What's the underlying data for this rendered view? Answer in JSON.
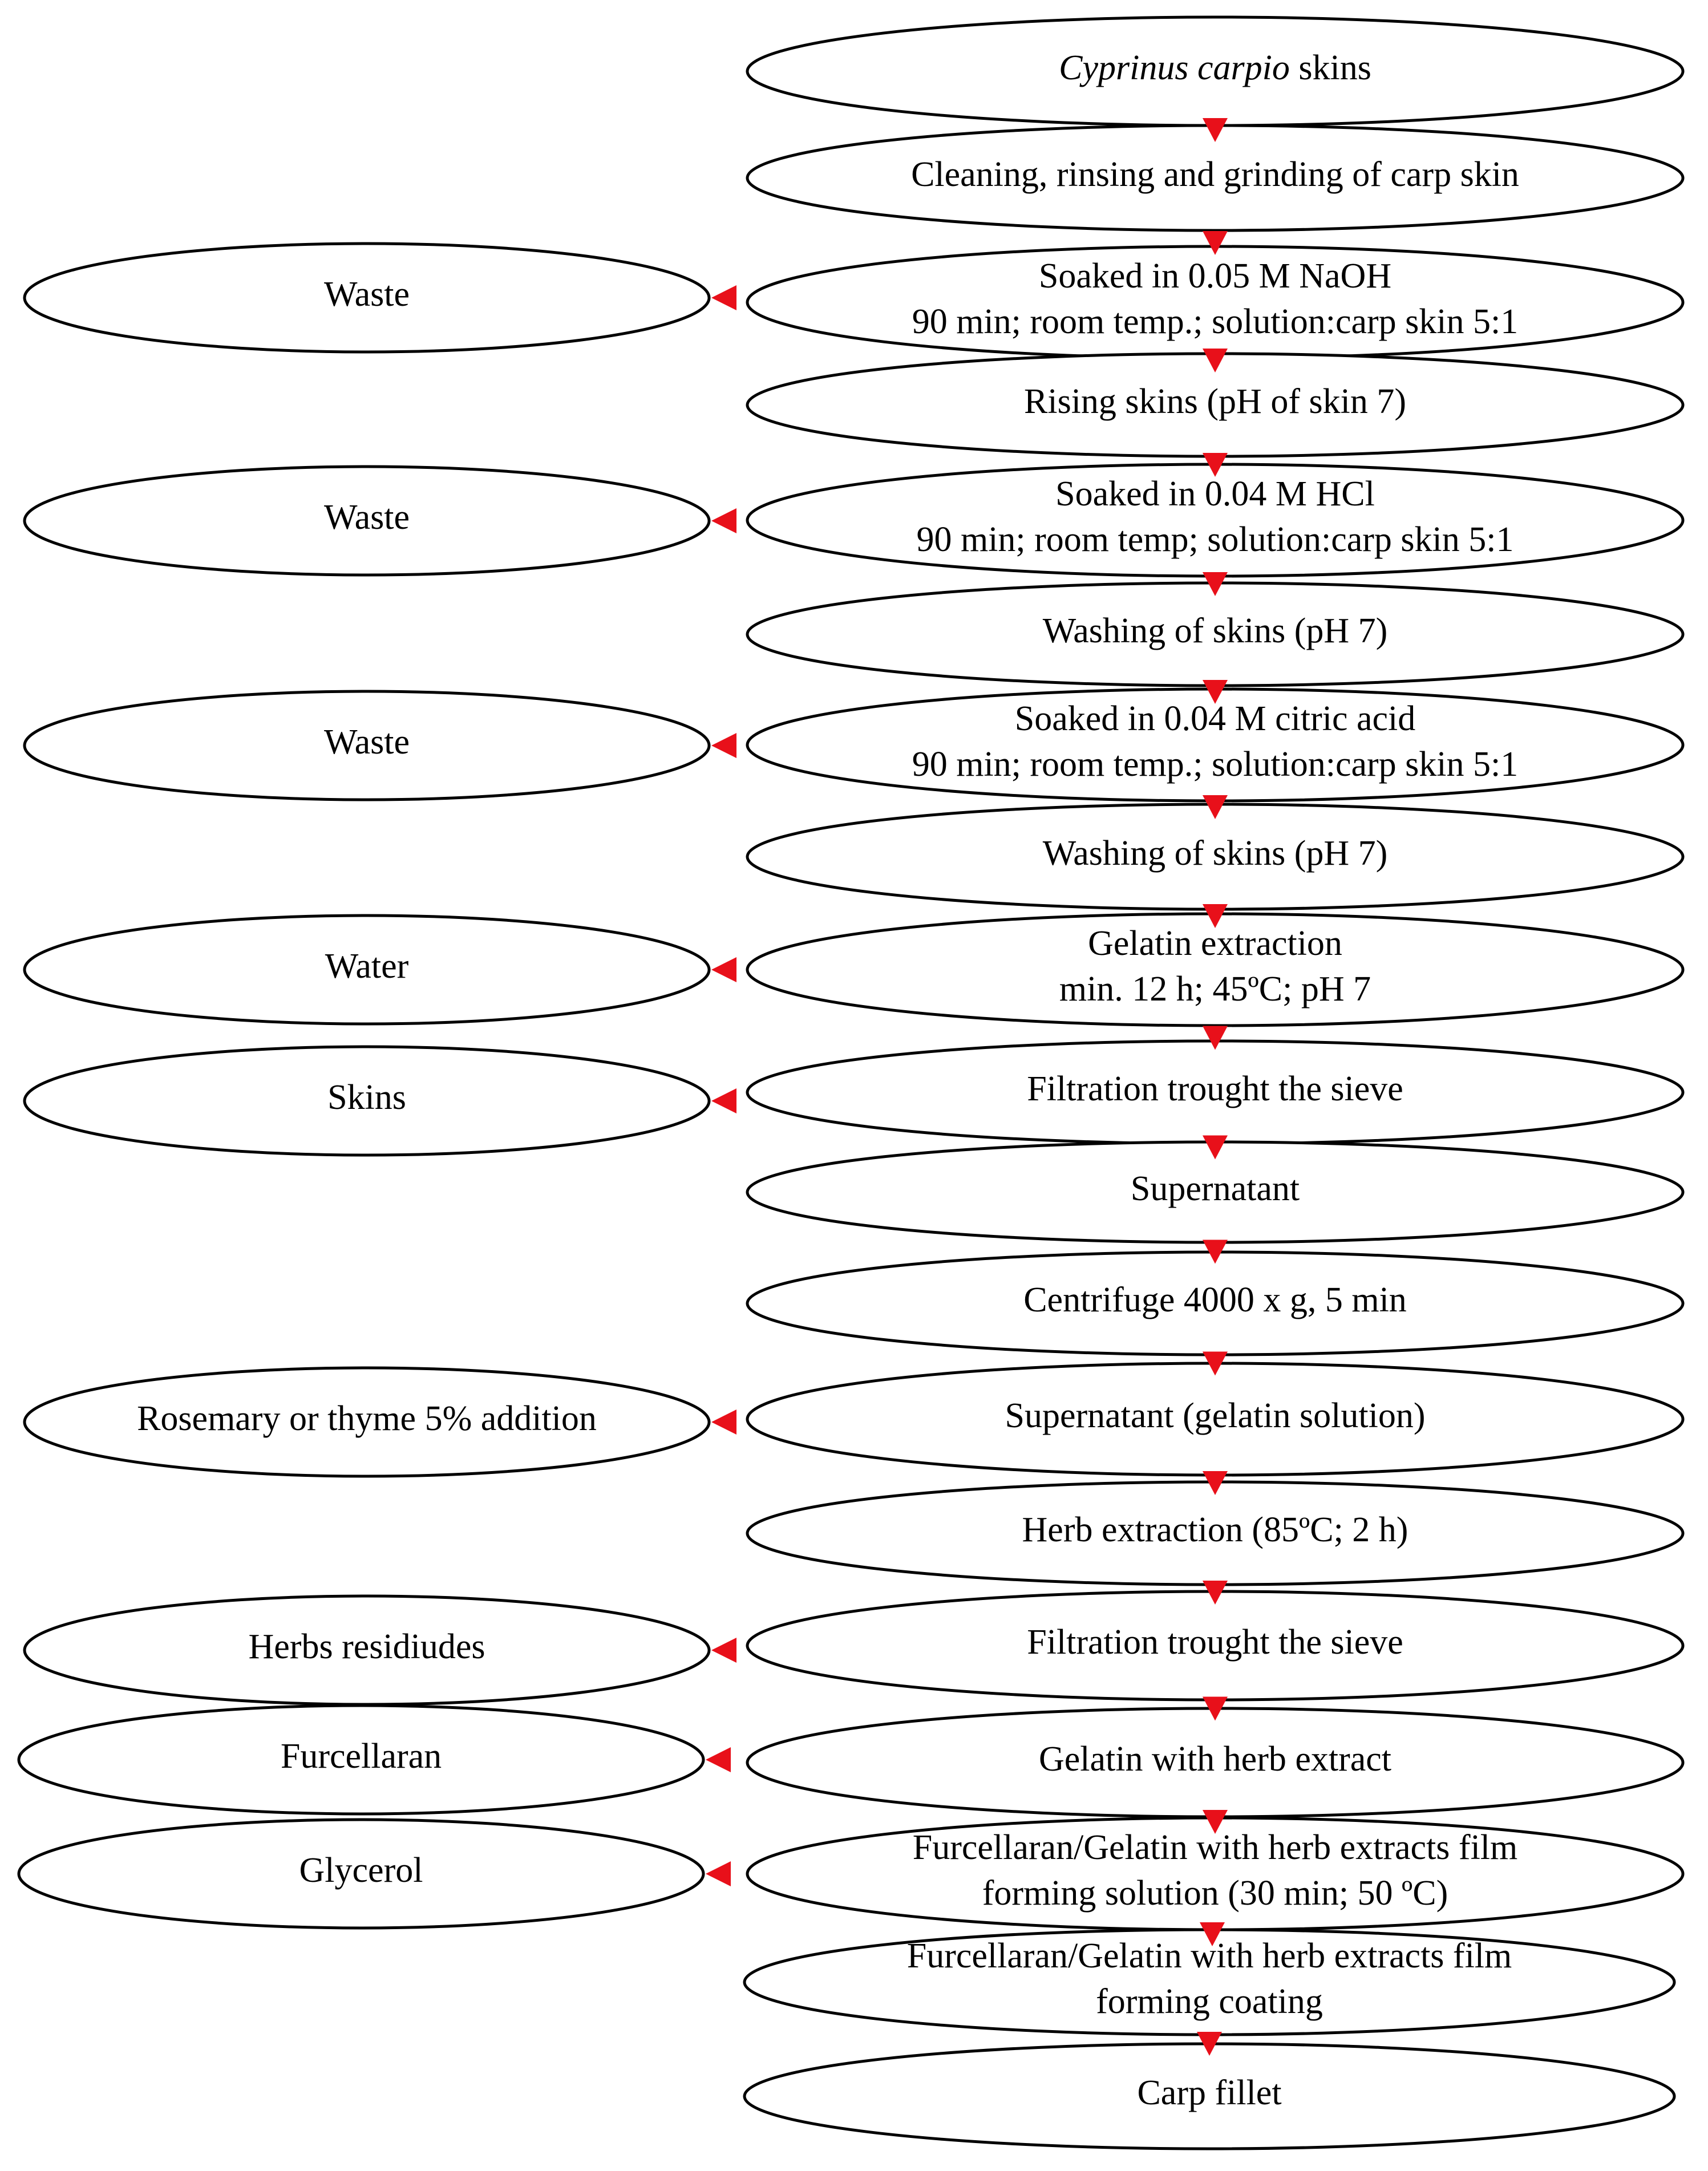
{
  "colors": {
    "outline": "#000000",
    "arrow": "#e8101a",
    "background": "#ffffff"
  },
  "steps": [
    {
      "id": "s1",
      "lines": [
        [
          {
            "t": "Cyprinus carpio",
            "i": true
          },
          {
            "t": " skins"
          }
        ]
      ]
    },
    {
      "id": "s2",
      "lines": [
        [
          "Cleaning, rinsing and grinding of carp skin"
        ]
      ]
    },
    {
      "id": "s3",
      "lines": [
        [
          "Soaked in 0.05  M NaOH"
        ],
        [
          "90 min; room temp.; solution:carp skin 5:1"
        ]
      ]
    },
    {
      "id": "s4",
      "lines": [
        [
          "Rising skins (pH of skin 7)"
        ]
      ]
    },
    {
      "id": "s5",
      "lines": [
        [
          "Soaked in 0.04  M HCl"
        ],
        [
          "90 min; room temp; solution:carp skin 5:1"
        ]
      ]
    },
    {
      "id": "s6",
      "lines": [
        [
          "Washing of skins (pH 7)"
        ]
      ]
    },
    {
      "id": "s7",
      "lines": [
        [
          "Soaked in 0.04  M citric acid"
        ],
        [
          "90 min; room temp.; solution:carp skin 5:1"
        ]
      ]
    },
    {
      "id": "s8",
      "lines": [
        [
          "Washing of skins (pH 7)"
        ]
      ]
    },
    {
      "id": "s9",
      "lines": [
        [
          "Gelatin extraction"
        ],
        [
          "min. 12 h; 45ºC; pH 7"
        ]
      ]
    },
    {
      "id": "s10",
      "lines": [
        [
          "Filtration trought the sieve"
        ]
      ]
    },
    {
      "id": "s11",
      "lines": [
        [
          "Supernatant"
        ]
      ]
    },
    {
      "id": "s12",
      "lines": [
        [
          "Centrifuge 4000 x g, 5 min"
        ]
      ]
    },
    {
      "id": "s13",
      "lines": [
        [
          "Supernatant (gelatin solution)"
        ]
      ]
    },
    {
      "id": "s14",
      "lines": [
        [
          "Herb extraction (85ºC; 2 h)"
        ]
      ]
    },
    {
      "id": "s15",
      "lines": [
        [
          "Filtration trought the sieve"
        ]
      ]
    },
    {
      "id": "s16",
      "lines": [
        [
          "Gelatin with herb extract"
        ]
      ]
    },
    {
      "id": "s17",
      "lines": [
        [
          "Furcellaran/Gelatin with herb extracts film"
        ],
        [
          "forming solution (30 min; 50 ºC)"
        ]
      ]
    },
    {
      "id": "s18",
      "lines": [
        [
          "Furcellaran/Gelatin with herb extracts film"
        ],
        [
          "forming coating"
        ]
      ]
    },
    {
      "id": "s19",
      "lines": [
        [
          "Carp fillet"
        ]
      ]
    }
  ],
  "side_nodes": [
    {
      "id": "w1",
      "label": "Waste",
      "step": "s3"
    },
    {
      "id": "w2",
      "label": "Waste",
      "step": "s5"
    },
    {
      "id": "w3",
      "label": "Waste",
      "step": "s7"
    },
    {
      "id": "w4",
      "label": "Water",
      "step": "s9"
    },
    {
      "id": "w5",
      "label": "Skins",
      "step": "s10"
    },
    {
      "id": "w6",
      "label": "Rosemary or thyme 5% addition",
      "step": "s13"
    },
    {
      "id": "w7",
      "label": "Herbs residiudes",
      "step": "s15"
    },
    {
      "id": "w8",
      "label": "Furcellaran",
      "step": "s16"
    },
    {
      "id": "w9",
      "label": "Glycerol",
      "step": "s17"
    }
  ]
}
